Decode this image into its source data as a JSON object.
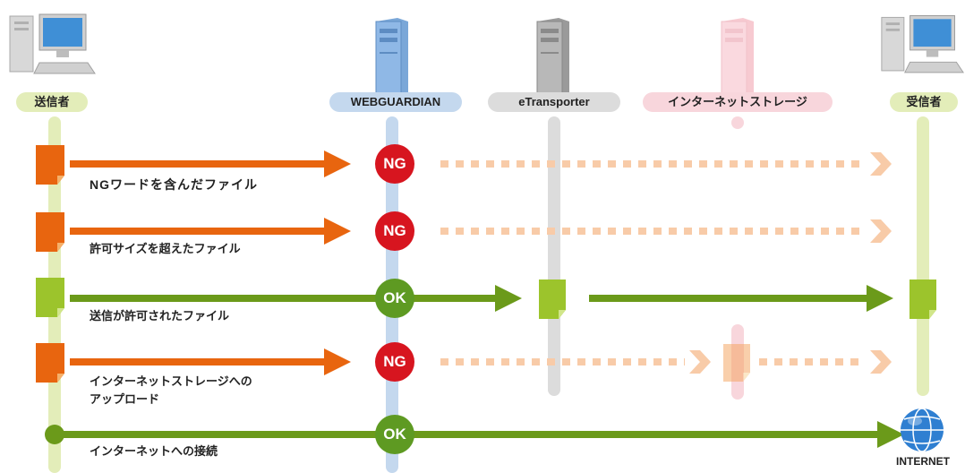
{
  "actors": {
    "sender": "送信者",
    "webguardian": "WEBGUARDIAN",
    "etransporter": "eTransporter",
    "storage": "インターネットストレージ",
    "receiver": "受信者"
  },
  "rows": [
    {
      "label": "NGワードを含んだファイル",
      "status": "NG"
    },
    {
      "label": "許可サイズを超えたファイル",
      "status": "NG"
    },
    {
      "label": "送信が許可されたファイル",
      "status": "OK"
    },
    {
      "label": "インターネットストレージへの\nアップロード",
      "status": "NG"
    },
    {
      "label": "インターネットへの接続",
      "status": "OK"
    }
  ],
  "internet_label": "INTERNET",
  "colors": {
    "ng_arrow": "#e8650f",
    "ok_arrow": "#6b9a1a",
    "ng_badge": "#d7151f",
    "ok_badge": "#5e9a22",
    "faded_arrow": "#f8cba8"
  }
}
